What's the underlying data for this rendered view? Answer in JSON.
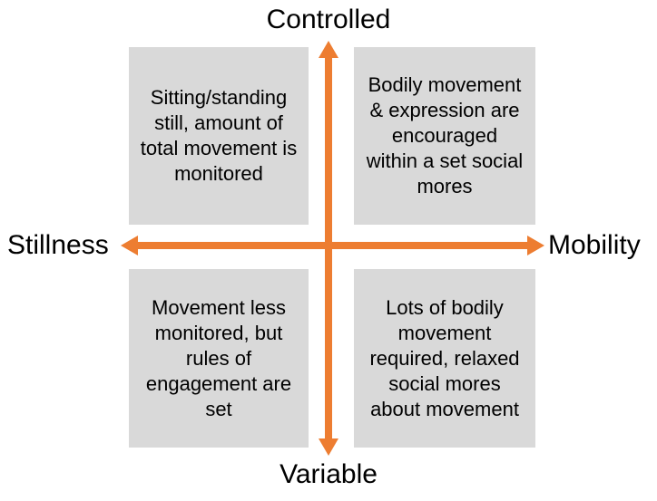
{
  "diagram": {
    "type": "quadrant-matrix",
    "axis_labels": {
      "top": "Controlled",
      "bottom": "Variable",
      "left": "Stillness",
      "right": "Mobility"
    },
    "quadrants": {
      "top_left": "Sitting/standing still, amount of total movement is monitored",
      "top_right": "Bodily movement & expression are encouraged within a set social mores",
      "bottom_left": "Movement less monitored, but rules of engagement are set",
      "bottom_right": "Lots of bodily movement required, relaxed social mores about movement"
    },
    "colors": {
      "arrow": "#ED7D31",
      "box_background": "#D9D9D9",
      "text": "#000000",
      "background": "#FFFFFF"
    }
  }
}
